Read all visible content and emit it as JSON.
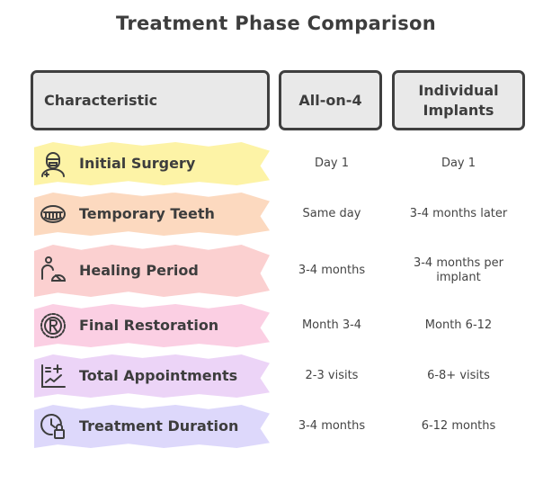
{
  "title": "Treatment Phase Comparison",
  "headers": {
    "characteristic": "Characteristic",
    "all_on_4": "All-on-4",
    "individual_line1": "Individual",
    "individual_line2": "Implants"
  },
  "colors": {
    "header_fill": "#e9e9e9",
    "header_border": "#3f3f3f",
    "row_bands": [
      "#fdf3a6",
      "#fcd9bf",
      "#fbd0d0",
      "#fbcfe3",
      "#ecd4f7",
      "#ddd8fb"
    ]
  },
  "rows": [
    {
      "icon": "surgeon-icon",
      "label": "Initial Surgery",
      "all_on_4": "Day 1",
      "individual": "Day 1"
    },
    {
      "icon": "teeth-icon",
      "label": "Temporary Teeth",
      "all_on_4": "Same day",
      "individual": "3-4 months later"
    },
    {
      "icon": "healing-icon",
      "label": "Healing Period",
      "all_on_4": "3-4 months",
      "individual_line1": "3-4 months per",
      "individual_line2": "implant"
    },
    {
      "icon": "restoration-badge-icon",
      "label": "Final Restoration",
      "all_on_4": "Month 3-4",
      "individual": "Month 6-12"
    },
    {
      "icon": "chart-plus-icon",
      "label": "Total Appointments",
      "all_on_4": "2-3 visits",
      "individual": "6-8+ visits"
    },
    {
      "icon": "clock-lock-icon",
      "label": "Treatment Duration",
      "all_on_4": "3-4 months",
      "individual": "6-12 months"
    }
  ]
}
